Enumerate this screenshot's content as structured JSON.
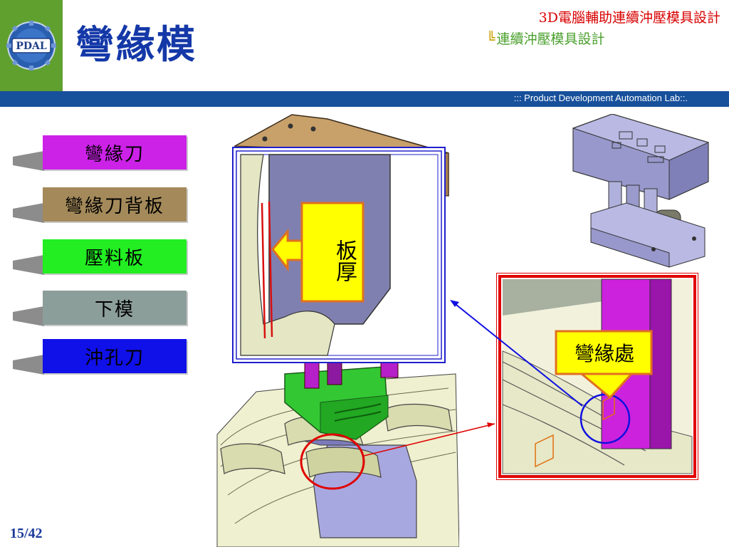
{
  "header": {
    "title": "彎緣模",
    "course": "3D電腦輔助連續沖壓模具設計",
    "subcourse_mark": "╚",
    "subcourse": "連續沖壓模具設計",
    "lab": "::: Product  Development  Automation  Lab::.",
    "logo_text": "PDAL"
  },
  "legend": [
    {
      "label": "彎緣刀",
      "color": "#cc22e8",
      "text_color": "#000000"
    },
    {
      "label": "彎緣刀背板",
      "color": "#a48a5a",
      "text_color": "#000000"
    },
    {
      "label": "壓料板",
      "color": "#22ee22",
      "text_color": "#000000"
    },
    {
      "label": "下模",
      "color": "#8c9e9a",
      "text_color": "#000000"
    },
    {
      "label": "沖孔刀",
      "color": "#1010e8",
      "text_color": "#000000"
    }
  ],
  "callouts": {
    "thickness": "板厚",
    "flange": "彎緣處"
  },
  "footer": {
    "page": "15/42"
  }
}
